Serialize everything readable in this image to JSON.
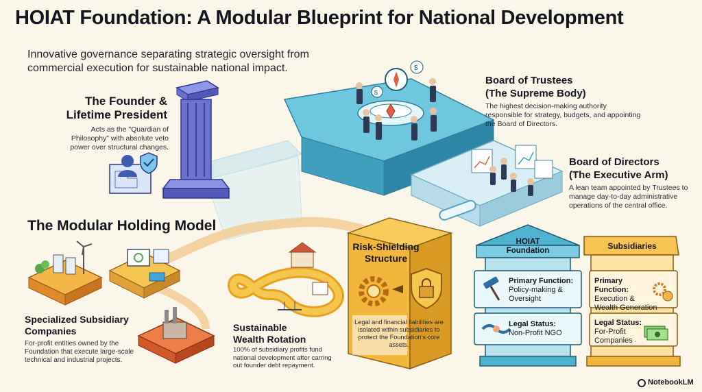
{
  "title": "HOIAT Foundation: A Modular Blueprint for National Development",
  "subtitle": "Innovative governance separating strategic oversight from commercial execution for sustainable national impact.",
  "founder": {
    "heading": "The Founder & Lifetime President",
    "heading_line1": "The Founder &",
    "heading_line2": "Lifetime President",
    "body": "Acts as the \"Quardian of Philosophy\" with absolute veto power over structural changes."
  },
  "trustees": {
    "heading_line1": "Board of Trustees",
    "heading_line2": "(The Supreme Body)",
    "body": "The highest decision-making authority responsible for strategy, budgets, and appointing the Board of Directors."
  },
  "directors": {
    "heading_line1": "Board of Directors",
    "heading_line2": "(The Executive Arm)",
    "body": "A lean team appointed by Trustees to manage day-to-day administrative operations of the central office."
  },
  "modular": {
    "heading": "The Modular Holding Model"
  },
  "specialized": {
    "heading_line1": "Specialized Subsidiary",
    "heading_line2": "Companies",
    "body": "For-profit entities owned by the Foundation that execute large-scale technical and industrial projects."
  },
  "wealth": {
    "heading_line1": "Sustainable",
    "heading_line2": "Wealth Rotation",
    "body": "100% of subsidiary profits fund national development after carring out founder debt repayment."
  },
  "risk": {
    "heading_line1": "Risk-Shielding",
    "heading_line2": "Structure",
    "body": "Legal and financial liabilities are isolated within subsidiaries to protect the Foundation's core assets."
  },
  "pillar_foundation": {
    "title_line1": "HOIAT",
    "title_line2": "Foundation",
    "function_label": "Primary Function:",
    "function_value": "Policy-making & Oversight",
    "status_label": "Legal Status:",
    "status_value": "Non-Profit NGO"
  },
  "pillar_subsidiaries": {
    "title": "Subsidiaries",
    "function_label": "Primary Function:",
    "function_value": "Execution & Wealth Generation",
    "status_label": "Legal Status:",
    "status_value": "For-Profit Companies"
  },
  "watermark": "NotebookLM",
  "colors": {
    "background": "#fbf6ea",
    "teal": "#4fb3cf",
    "purple": "#5a5fc0",
    "gold": "#f2b63c",
    "orange": "#e8743b"
  }
}
